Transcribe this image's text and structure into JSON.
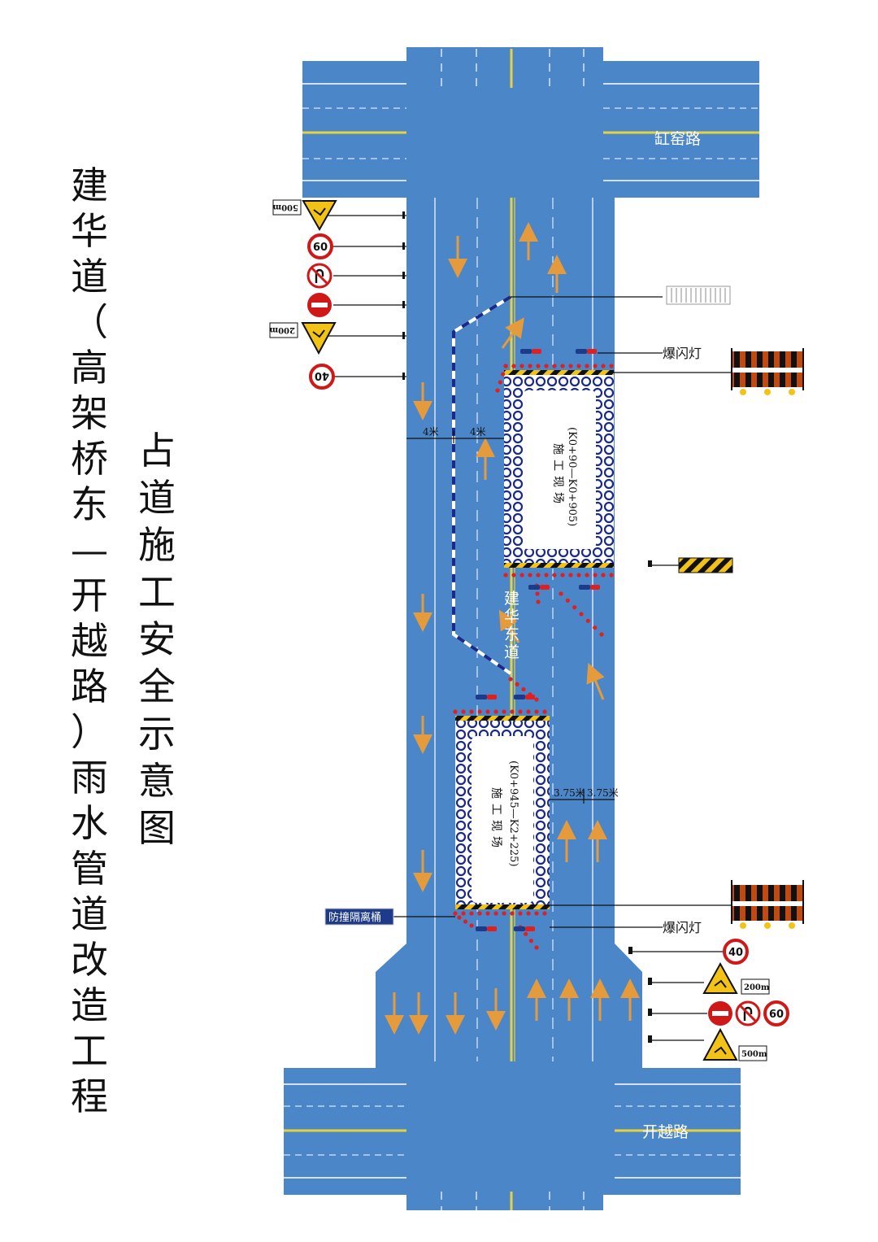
{
  "title": "建华道（高架桥东—开越路）雨水管道改造工程",
  "subtitle": "占道施工安全示意图",
  "roads": {
    "top_cross": "缸窑路",
    "bottom_cross": "开越路",
    "main": "建华东道"
  },
  "sites": [
    {
      "range": "(K0+90—K0+905)",
      "label": "施工现场"
    },
    {
      "range": "(K0+945—K2+225)",
      "label": "施工现场"
    }
  ],
  "labels": {
    "flash_light": "爆闪灯",
    "barrel": "防撞隔离桶",
    "width_4m": "4米",
    "width_375m": "3.75米"
  },
  "signs": {
    "speed_60": "60",
    "speed_40": "40",
    "dist_500": "500m",
    "dist_200": "200m"
  },
  "colors": {
    "road": "#4a86c8",
    "lane_line": "#ffffff",
    "center_line": "#e8d23c",
    "arrow": "#e59a3c",
    "cone": "#e02020",
    "site_pattern": "#1a2a8a"
  }
}
